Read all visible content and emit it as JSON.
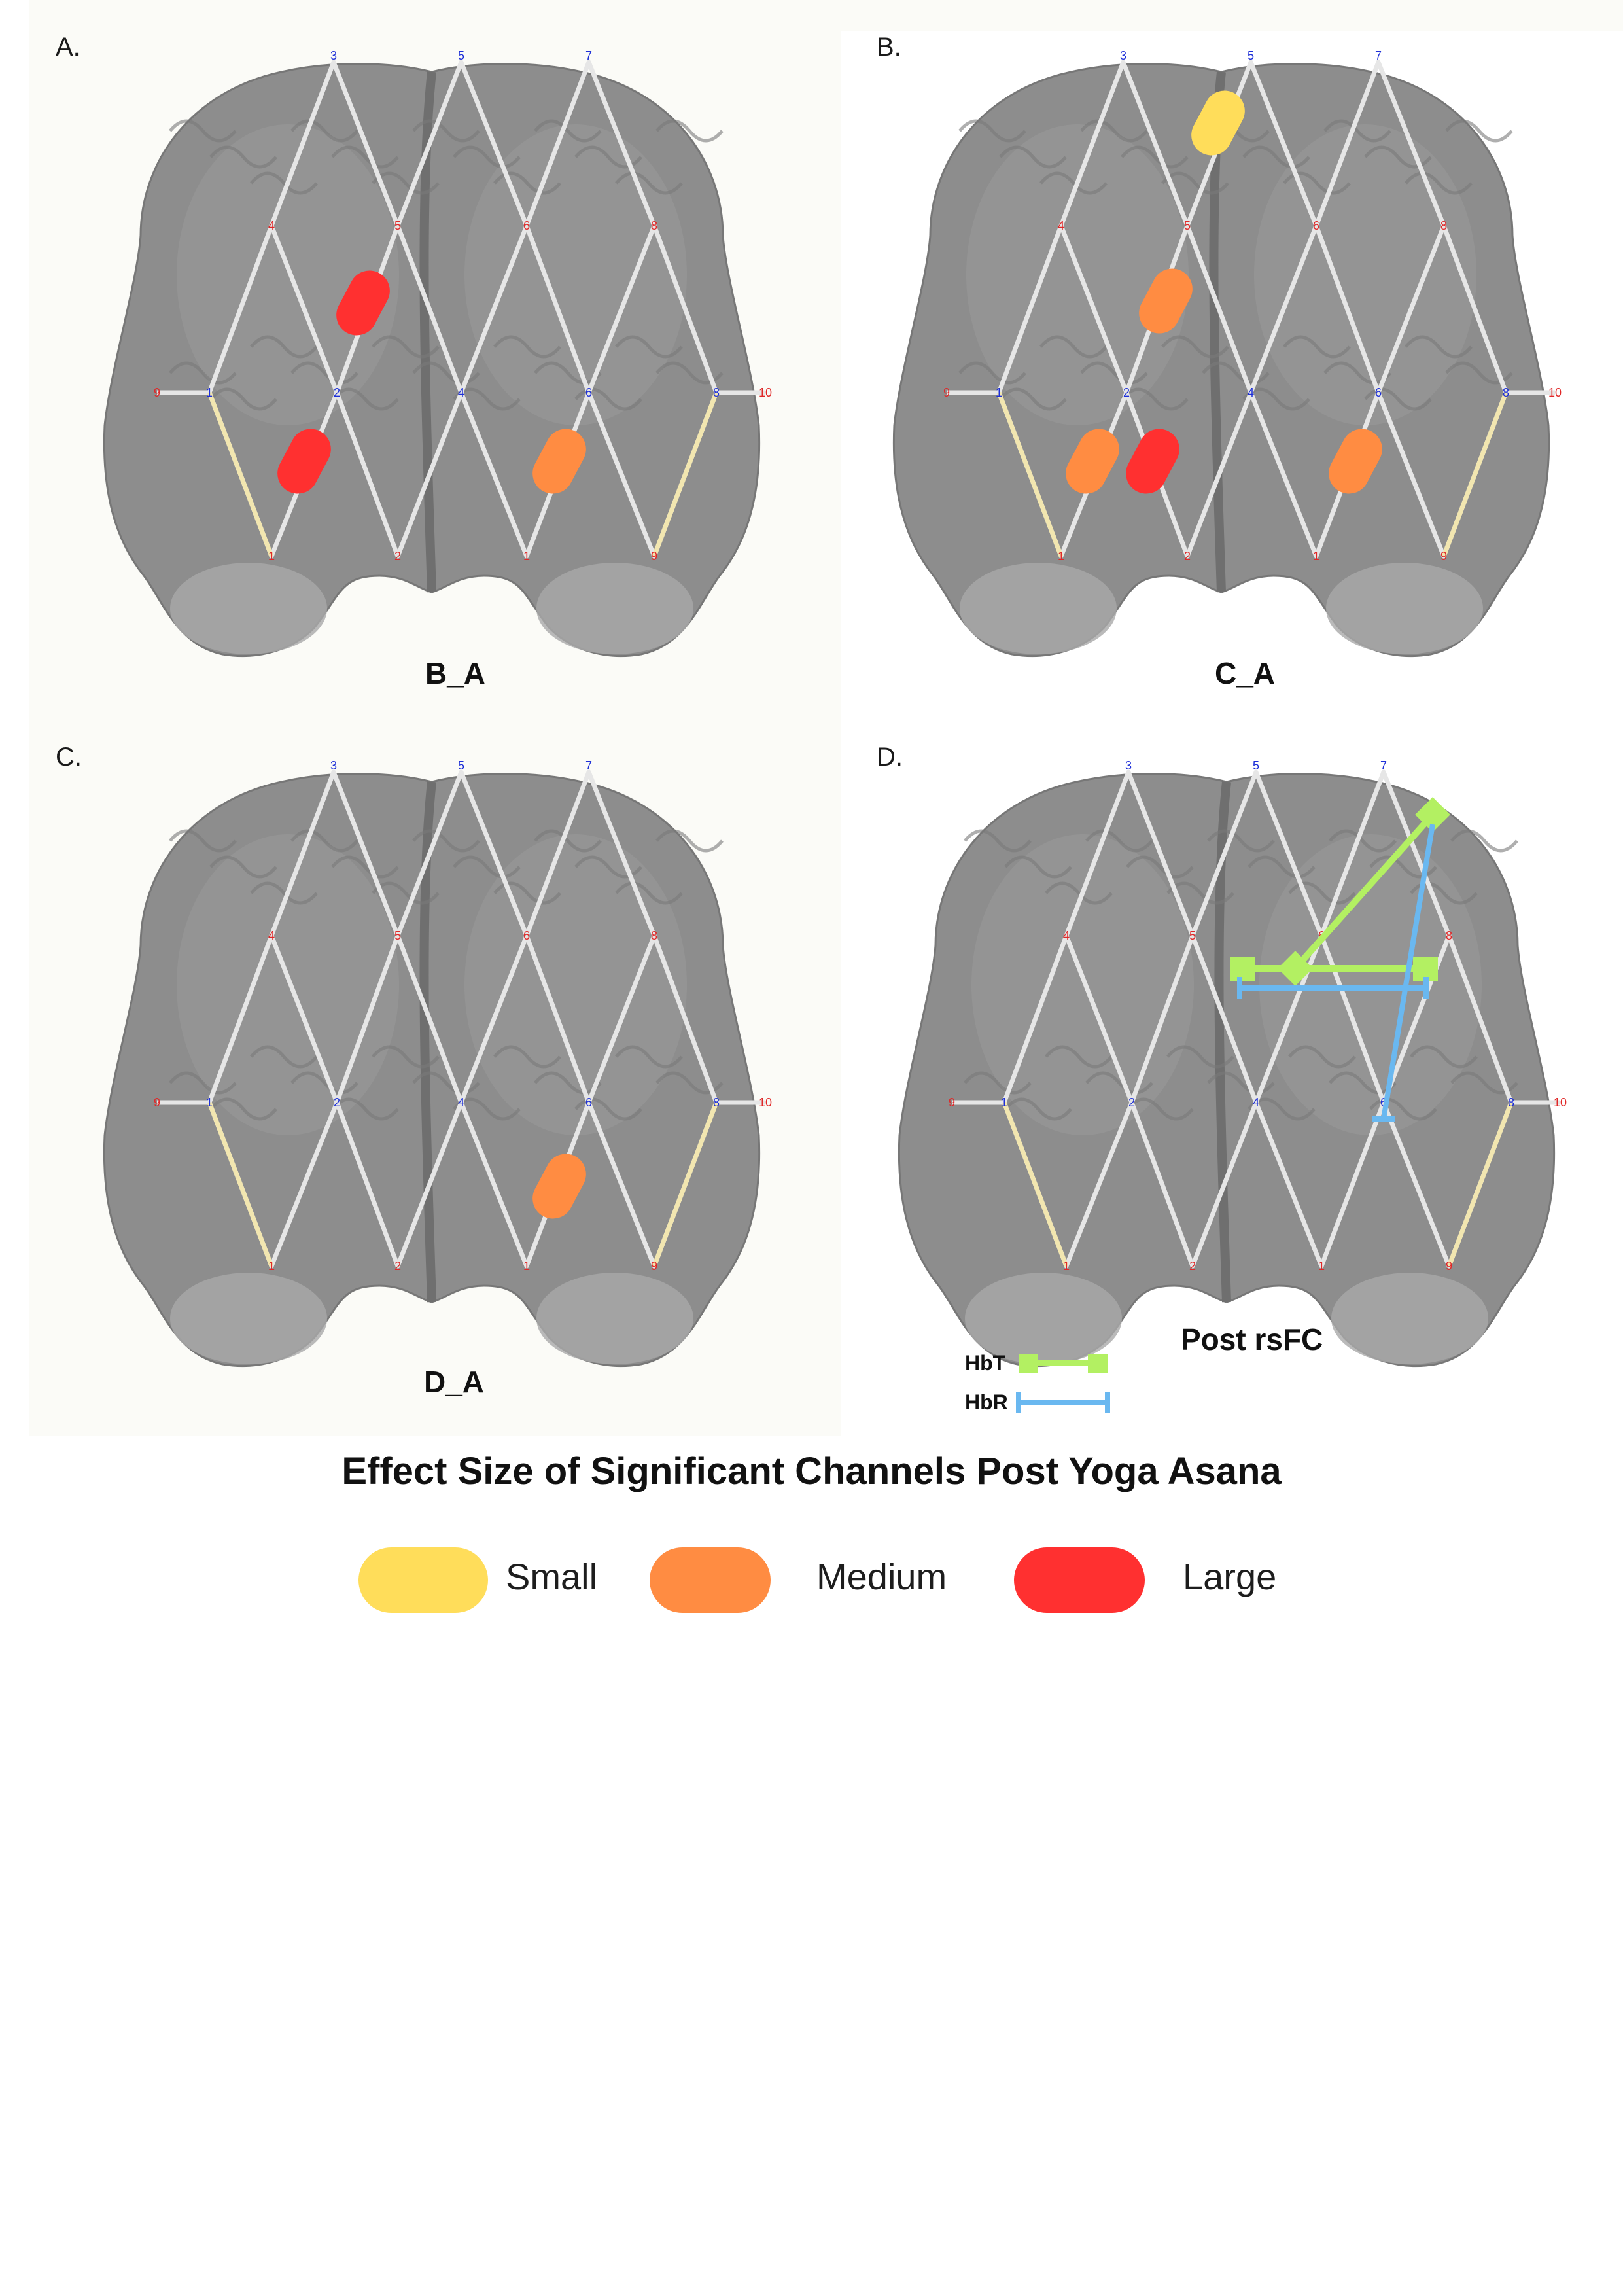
{
  "colors": {
    "small": "#ffdd5a",
    "medium": "#ff8c42",
    "large": "#ff3030",
    "hbt": "#b3f062",
    "hbr": "#6ab8f0",
    "optode_blue": "#1d2fd8",
    "optode_red": "#e02828"
  },
  "panels": [
    {
      "letter": "A.",
      "condition": "B_A"
    },
    {
      "letter": "B.",
      "condition": "C_A"
    },
    {
      "letter": "C.",
      "condition": "D_A"
    },
    {
      "letter": "D.",
      "condition": "Post rsFC"
    }
  ],
  "optode_labels": {
    "detectors_top": [
      "3",
      "5",
      "7"
    ],
    "sources_upper": [
      "4",
      "5",
      "6",
      "8"
    ],
    "middle": [
      "9",
      "1",
      "2",
      "4",
      "6",
      "8",
      "10"
    ],
    "sources_bottom": [
      "1",
      "2",
      "1",
      "9"
    ]
  },
  "significant_channels": {
    "B_A": [
      "large",
      "large",
      "medium"
    ],
    "C_A": [
      "small",
      "medium",
      "large",
      "medium",
      "medium"
    ],
    "D_A": [
      "medium"
    ]
  },
  "connectivity_legend": {
    "hbt": "HbT",
    "hbr": "HbR"
  },
  "legend": {
    "title": "Effect Size of Significant Channels Post Yoga Asana",
    "items": [
      {
        "label": "Small",
        "color": "#ffdd5a"
      },
      {
        "label": "Medium",
        "color": "#ff8c42"
      },
      {
        "label": "Large",
        "color": "#ff3030"
      }
    ]
  }
}
